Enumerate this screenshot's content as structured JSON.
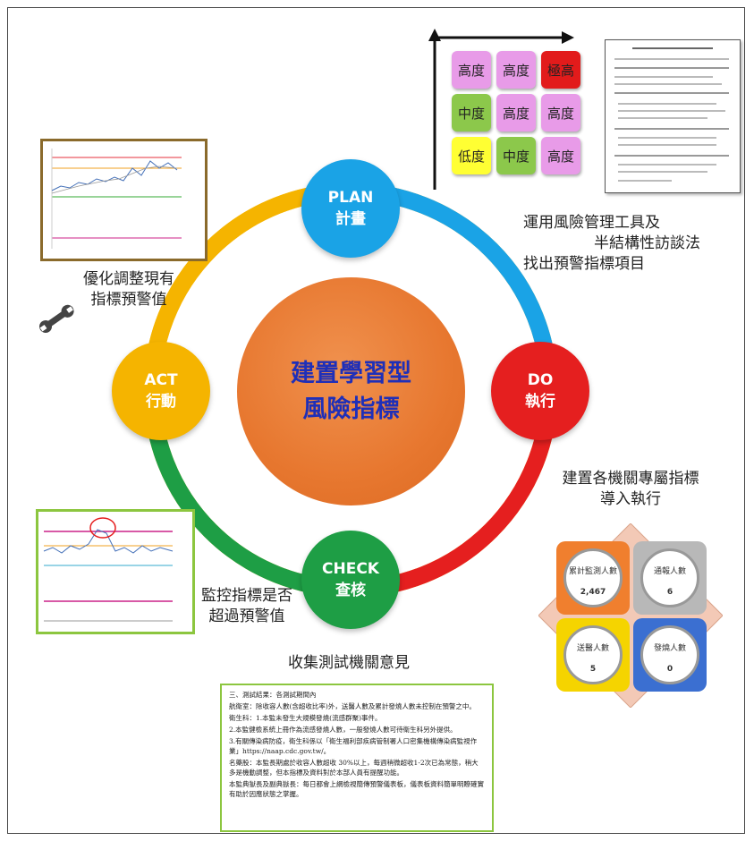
{
  "center": {
    "line1": "建置學習型",
    "line2": "風險指標"
  },
  "phases": {
    "plan": {
      "en": "PLAN",
      "zh": "計畫",
      "color": "#1aa3e6"
    },
    "do": {
      "en": "DO",
      "zh": "執行",
      "color": "#e51f1f"
    },
    "check": {
      "en": "CHECK",
      "zh": "查核",
      "color": "#1e9e45"
    },
    "act": {
      "en": "ACT",
      "zh": "行動",
      "color": "#f5b400"
    }
  },
  "notes": {
    "plan": [
      "運用風險管理工具及",
      "半結構性訪談法",
      "找出預警指標項目"
    ],
    "do": [
      "建置各機關專屬指標",
      "導入執行"
    ],
    "check": [
      "監控指標是否",
      "超過預警值"
    ],
    "act": [
      "優化調整現有",
      "指標預警值"
    ],
    "collect": "收集測試機關意見"
  },
  "risk_matrix": {
    "rows": [
      [
        "高度",
        "高度",
        "極高"
      ],
      [
        "中度",
        "高度",
        "高度"
      ],
      [
        "低度",
        "中度",
        "高度"
      ]
    ],
    "colors": {
      "低度": "#ffff33",
      "中度": "#8cc84b",
      "高度": "#e89be8",
      "極高": "#e21b1b"
    }
  },
  "gauges": [
    {
      "label": "累計監測人數",
      "value": "2,467",
      "color": "#f07f2e"
    },
    {
      "label": "通報人數",
      "value": "6",
      "color": "#b8b8b8"
    },
    {
      "label": "送醫人數",
      "value": "5",
      "color": "#f5d400"
    },
    {
      "label": "發燒人數",
      "value": "0",
      "color": "#3b6fd1"
    }
  ],
  "report": {
    "lines": [
      "三、測試結果：各測試期間內",
      "航衛室：除收容人數(含超收比率)外，送醫人數及累計發燒人數未控制在預警之中。",
      "衛生科：1.本監未發生大規模發燒(流感群聚)事件。",
      "2.本監健檢系統上冊作為流感發燒人數，一般發燒人數可待衛生科另外提供。",
      "3.有關傳染病防疫，衛生科係以「衛生福利部疾病管制署人口密集機構傳染病監視作業」https://naap.cdc.gov.tw/。",
      "名藥股：本監長期處於收容人數超收 30%以上，每週稍微超收1-2次已為常態，稍大多是機動調整，但本指標及資料對於本部人員有提醒功能。",
      "本監典獄長及副典獄長：每日都會上網檢視簡傳預警儀表板，儀表板資料簡單明瞭確實有助於因應狀態之掌握。"
    ]
  }
}
